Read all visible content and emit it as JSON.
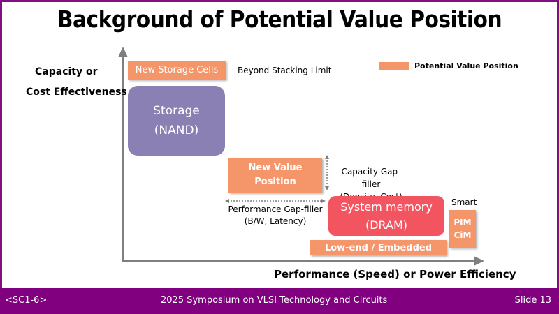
{
  "slide": {
    "title": "Background of Potential Value Position",
    "footer": {
      "left": "<SC1-6>",
      "center": "2025 Symposium on VLSI Technology and Circuits",
      "right": "Slide 13"
    }
  },
  "colors": {
    "frame": "#800080",
    "potential_value": "#f4956a",
    "nand": "#8a80b3",
    "dram": "#f25560",
    "axis": "#7f7f7f"
  },
  "axes": {
    "y_label_line1": "Capacity or",
    "y_label_line2": "Cost Effectiveness",
    "x_label": "Performance (Speed) or Power Efficiency"
  },
  "legend": {
    "label": "Potential Value Position"
  },
  "boxes": {
    "new_storage_cells": "New Storage Cells",
    "storage_line1": "Storage",
    "storage_line2": "(NAND)",
    "new_value_line1": "New Value",
    "new_value_line2": "Position",
    "dram_line1": "System memory",
    "dram_line2": "(DRAM)",
    "low_end": "Low-end / Embedded",
    "pim": "PIM",
    "cim": "CiM"
  },
  "annotations": {
    "beyond_stacking": "Beyond Stacking Limit",
    "capacity_gap_line1": "Capacity Gap-filler",
    "capacity_gap_line2": "(Density, Cost)",
    "perf_gap_line1": "Performance Gap-filler",
    "perf_gap_line2": "(B/W, Latency)",
    "smart": "Smart"
  }
}
